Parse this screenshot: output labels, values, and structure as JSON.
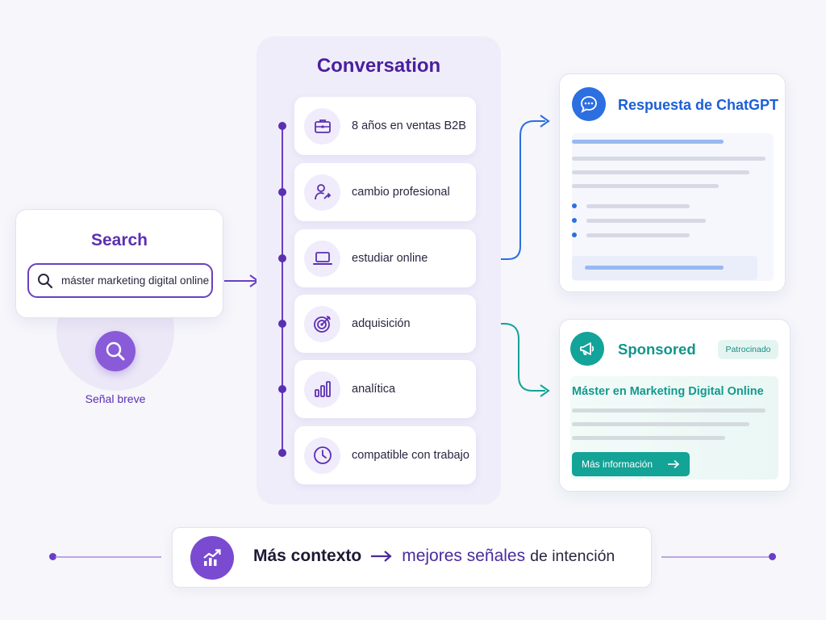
{
  "search": {
    "title": "Search",
    "query": "máster marketing digital online",
    "signal_label": "Señal breve",
    "icons": [
      "search-icon"
    ]
  },
  "conversation": {
    "title": "Conversation",
    "items": [
      {
        "label": "8 años en ventas B2B",
        "icon": "briefcase-icon"
      },
      {
        "label": "cambio profesional",
        "icon": "user-growth-icon"
      },
      {
        "label": "estudiar online",
        "icon": "laptop-icon"
      },
      {
        "label": "adquisición",
        "icon": "target-icon"
      },
      {
        "label": "analítica",
        "icon": "bar-chart-icon"
      },
      {
        "label": "compatible con trabajo",
        "icon": "clock-icon"
      }
    ]
  },
  "chatgpt": {
    "title": "Respuesta de ChatGPT",
    "icon": "chat-bubble-icon",
    "accent": "#2c6fe0"
  },
  "sponsored": {
    "title": "Sponsored",
    "badge": "Patrocinado",
    "headline": "Máster en Marketing Digital Online",
    "cta_label": "Más información",
    "icon": "megaphone-icon",
    "accent": "#13a397"
  },
  "summary": {
    "part_a": "Más contexto",
    "part_b": "mejores señales",
    "part_c": "de intención",
    "icon": "trending-up-icon"
  },
  "colors": {
    "purple": "#5b2fb2",
    "blue": "#2c6fe0",
    "teal": "#13a397",
    "background": "#f6f6fb"
  }
}
